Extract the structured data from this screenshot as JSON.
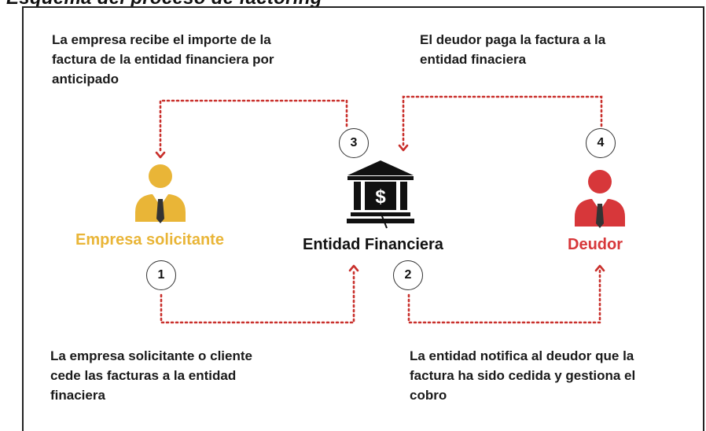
{
  "top_caption": "Esquema del proceso de factoring",
  "steps": [
    "1",
    "2",
    "3",
    "4"
  ],
  "texts": {
    "step3_lines": [
      "La empresa recibe el importe de la",
      "factura de la entidad financiera por",
      "anticipado"
    ],
    "step4_lines": [
      "El deudor paga la factura a la",
      "entidad finaciera"
    ],
    "step1_lines": [
      "La empresa solicitante o cliente",
      "cede las facturas a la entidad",
      "finaciera"
    ],
    "step2_lines": [
      "La entidad notifica al deudor que la",
      "factura ha sido cedida y gestiona el",
      "cobro"
    ]
  },
  "nodes": {
    "empresa": "Empresa solicitante",
    "entidad": "Entidad Financiera",
    "deudor": "Deudor"
  },
  "bank_symbol": "$",
  "colors": {
    "empresa": "#e9b537",
    "deudor": "#d7373a",
    "arrows": "#c9302c",
    "bank": "#111111"
  },
  "icons": [
    "person-icon",
    "bank-icon",
    "arrow-down-icon",
    "arrow-up-icon"
  ]
}
